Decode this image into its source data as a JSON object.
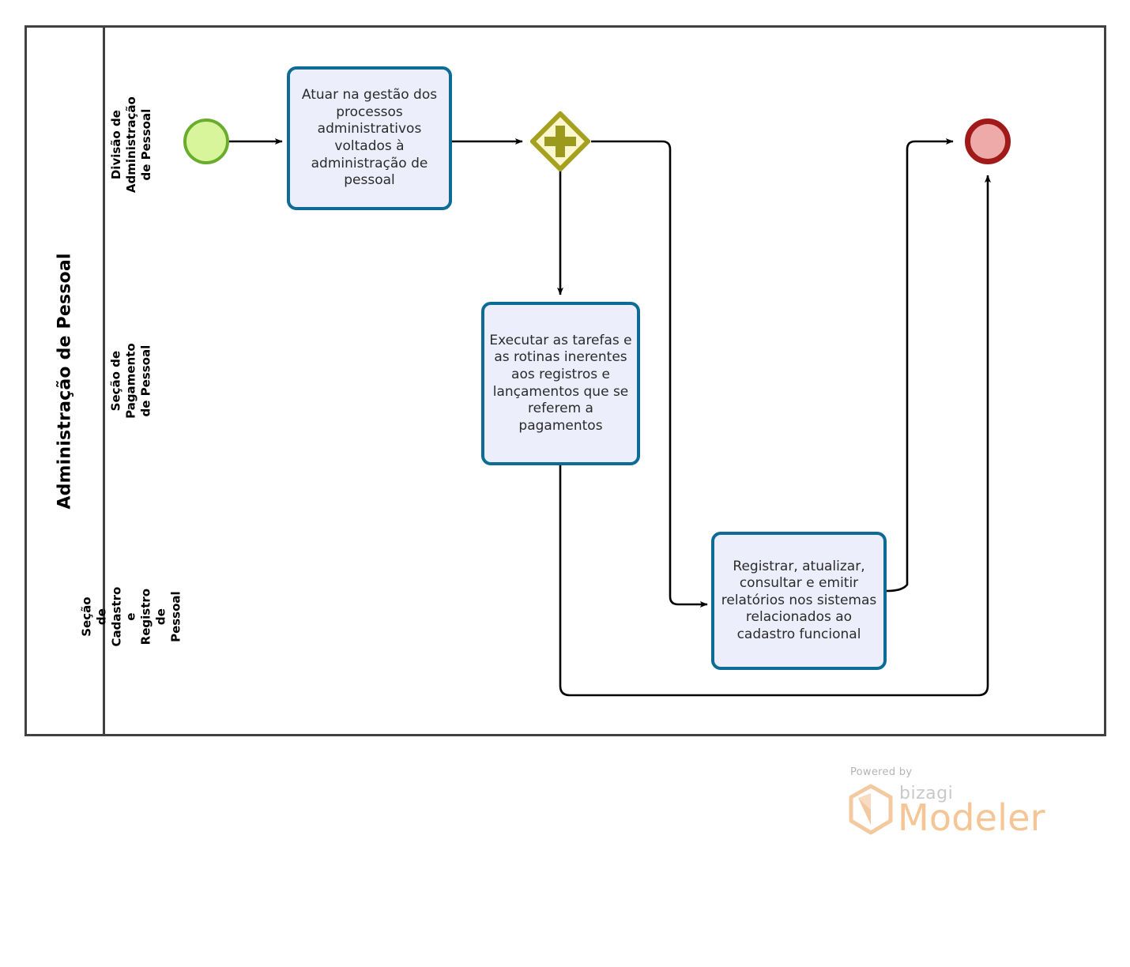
{
  "diagram": {
    "type": "bpmn-process",
    "pool": {
      "name": "Administração de Pessoal"
    },
    "lanes": [
      {
        "id": "lane-divisao",
        "name": "Divisão de Administração de Pessoal"
      },
      {
        "id": "lane-pagamento",
        "name": "Seção de Pagamento de Pessoal"
      },
      {
        "id": "lane-cadastro",
        "name": "Seção de Cadastro e Registro de Pessoal"
      }
    ],
    "nodes": {
      "start_event": {
        "type": "start-event",
        "label": "",
        "lane": "lane-divisao"
      },
      "task_1": {
        "type": "task",
        "label": "Atuar na gestão dos processos administrativos voltados à administração de pessoal",
        "lane": "lane-divisao"
      },
      "gateway_1": {
        "type": "parallel-gateway",
        "label": "",
        "lane": "lane-divisao"
      },
      "task_2": {
        "type": "task",
        "label": "Executar as tarefas e as rotinas inerentes aos registros e lançamentos  que se referem a pagamentos",
        "lane": "lane-pagamento"
      },
      "task_3": {
        "type": "task",
        "label": "Registrar, atualizar, consultar e emitir relatórios nos sistemas relacionados ao cadastro funcional",
        "lane": "lane-cadastro"
      },
      "end_event": {
        "type": "end-event",
        "label": "",
        "lane": "lane-divisao"
      }
    },
    "flows": [
      {
        "from": "start_event",
        "to": "task_1",
        "label": ""
      },
      {
        "from": "task_1",
        "to": "gateway_1",
        "label": ""
      },
      {
        "from": "gateway_1",
        "to": "task_2",
        "label": ""
      },
      {
        "from": "gateway_1",
        "to": "task_3",
        "label": ""
      },
      {
        "from": "task_2",
        "to": "end_event",
        "label": ""
      },
      {
        "from": "task_3",
        "to": "end_event",
        "label": ""
      }
    ],
    "colors": {
      "start_fill": "#d9f59b",
      "start_stroke": "#6aad2e",
      "end_fill": "#eeaaa8",
      "end_stroke": "#a01a1a",
      "task_fill": "#eceefb",
      "task_stroke": "#0d6b96",
      "gateway_fill": "#fbf8cf",
      "gateway_stroke": "#a5a01e",
      "gateway_symbol": "#9c9a1c",
      "pool_stroke": "#414141",
      "lane_stroke": "#555555",
      "flow_stroke": "#000000"
    }
  },
  "footer": {
    "powered_by": "Powered by",
    "brand": "bizagi",
    "product": "Modeler",
    "logo_color": "#f5c596"
  }
}
